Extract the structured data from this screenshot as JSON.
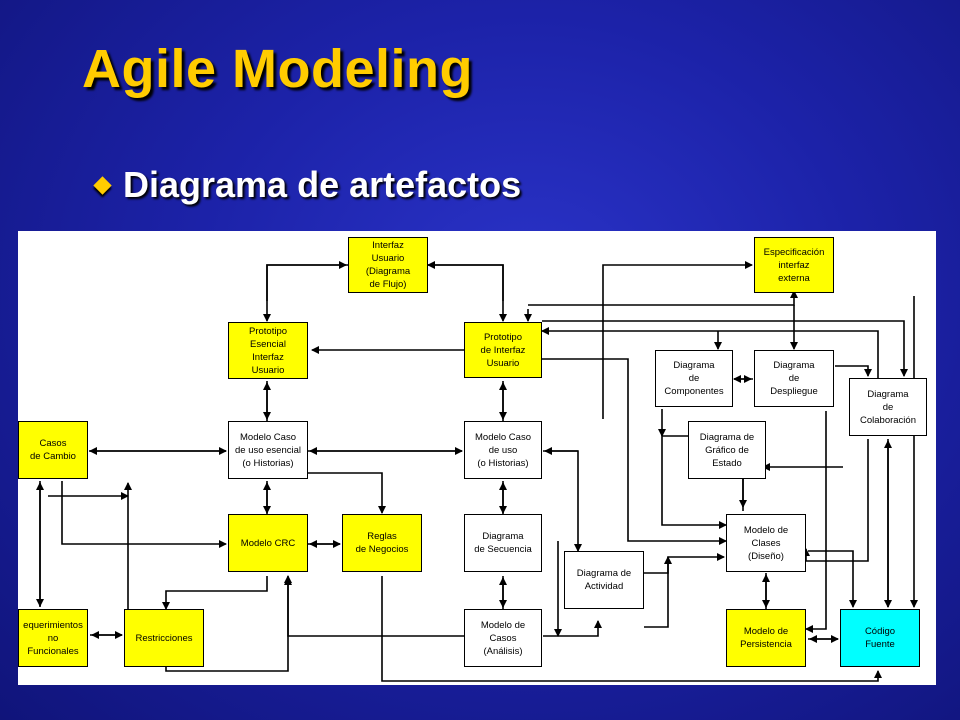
{
  "slide": {
    "title": "Agile Modeling",
    "bullet": "Diagrama de artefactos"
  },
  "colors": {
    "background": "#1c22a8",
    "title": "#ffcc00",
    "artifact_yellow": "#ffff00",
    "artifact_white": "#ffffff",
    "artifact_cyan": "#00ffff"
  },
  "diagram": {
    "nodes": {
      "interfaz_usuario": "Interfaz\nUsuario\n(Diagrama\nde Flujo)",
      "especificacion_interfaz": "Especificación\ninterfaz\nexterna",
      "prototipo_esencial": "Prototipo\nEsencial\nInterfaz\nUsuario",
      "prototipo_interfaz": "Prototipo\nde Interfaz\nUsuario",
      "diagrama_componentes": "Diagrama\nde\nComponentes",
      "diagrama_despliegue": "Diagrama\nde\nDespliegue",
      "diagrama_colaboracion": "Diagrama\nde\nColaboración",
      "casos_cambio": "Casos\nde Cambio",
      "modelo_caso_esencial": "Modelo Caso\nde uso esencial\n(o Historias)",
      "modelo_caso_uso": "Modelo Caso\nde uso\n(o Historias)",
      "diagrama_grafico_estado": "Diagrama de\nGráfico de\nEstado",
      "modelo_crc": "Modelo CRC",
      "reglas_negocios": "Reglas\nde Negocios",
      "diagrama_secuencia": "Diagrama\nde Secuencia",
      "modelo_clases": "Modelo de\nClases\n(Diseño)",
      "diagrama_actividad": "Diagrama de\nActividad",
      "requerimientos": "equerimientos\nno\nFuncionales",
      "restricciones": "Restricciones",
      "modelo_casos_analisis": "Modelo de\nCasos\n(Análisis)",
      "modelo_persistencia": "Modelo de\nPersistencia",
      "codigo_fuente": "Código\nFuente"
    }
  }
}
